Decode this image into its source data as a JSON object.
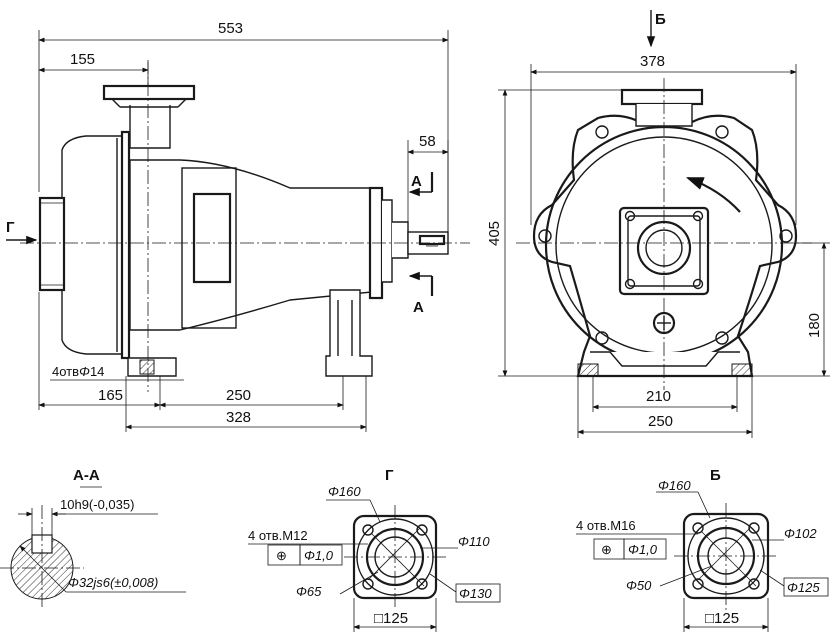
{
  "side_view": {
    "dim_overall_length": "553",
    "dim_flange_offset": "155",
    "dim_shaft_end": "58",
    "label_inlet_arrow": "Г",
    "section_mark_top": "А",
    "section_mark_bottom": "А",
    "holes_note_prefix": "4отв",
    "holes_note_phi": "Φ",
    "holes_note_value": "14",
    "dim_foot_offset": "165",
    "dim_foot_spacing": "250",
    "dim_foot_span": "328"
  },
  "front_view": {
    "view_mark": "Б",
    "dim_width": "378",
    "dim_height": "405",
    "dim_axis_height": "180",
    "dim_foot_inner": "210",
    "dim_foot_outer": "250"
  },
  "section_aa": {
    "title": "А-А",
    "key_width": "10h9(-0,035)",
    "shaft_diameter": "Φ32js6(±0,008)"
  },
  "flange_g": {
    "title": "Г",
    "holes_note": "4 отв.М12",
    "tolerance_symbol": "⊕",
    "tolerance_value": "Φ1,0",
    "bolt_circle": "Φ160",
    "outer_diameter": "Φ110",
    "bore_diameter": "Φ65",
    "face_diameter": "Φ130",
    "square_size": "□125"
  },
  "flange_b": {
    "title": "Б",
    "holes_note": "4 отв.М16",
    "tolerance_symbol": "⊕",
    "tolerance_value": "Φ1,0",
    "bolt_circle": "Φ160",
    "outer_diameter": "Φ102",
    "bore_diameter": "Φ50",
    "face_diameter": "Φ125",
    "square_size": "□125"
  }
}
